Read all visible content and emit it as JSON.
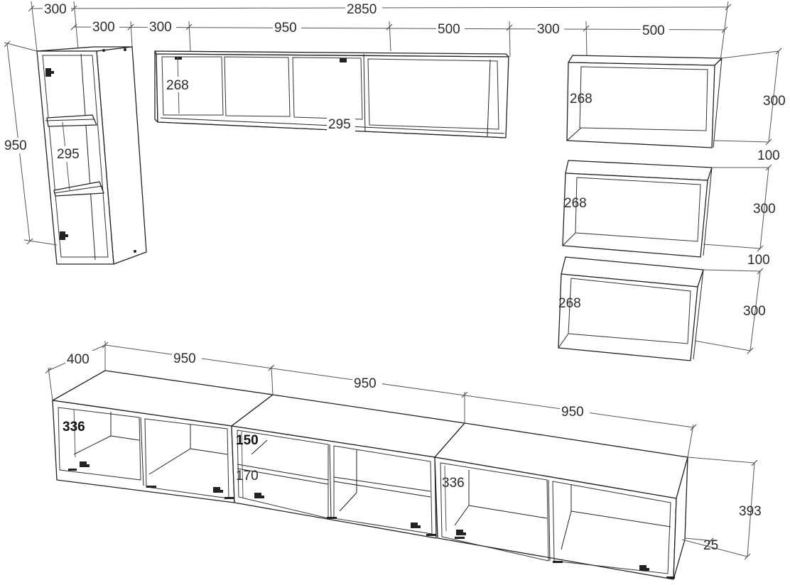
{
  "dimensions": {
    "top_overall_offset": "300",
    "top_overall_total": "2850",
    "top_seg_1": "300",
    "top_seg_2": "300",
    "top_seg_3": "950",
    "top_seg_4": "500",
    "top_seg_5": "300",
    "top_seg_6": "500",
    "tall_height": "950",
    "tall_shelf": "295",
    "wall_inner_height": "268",
    "wall_shelf": "295",
    "box1_inner": "268",
    "box1_height": "300",
    "gap1": "100",
    "box2_inner": "268",
    "box2_height": "300",
    "gap2": "100",
    "box3_inner": "268",
    "box3_height": "300",
    "base_depth": "400",
    "base_w1": "950",
    "base_w2": "950",
    "base_w3": "950",
    "base_inner1": "336",
    "base_shelf_top": "150",
    "base_shelf_bottom": "170",
    "base_inner3": "336",
    "base_height": "393",
    "base_legs": "25"
  },
  "colors": {
    "line": "#222222",
    "text": "#2b2b2b",
    "background": "#ffffff"
  }
}
